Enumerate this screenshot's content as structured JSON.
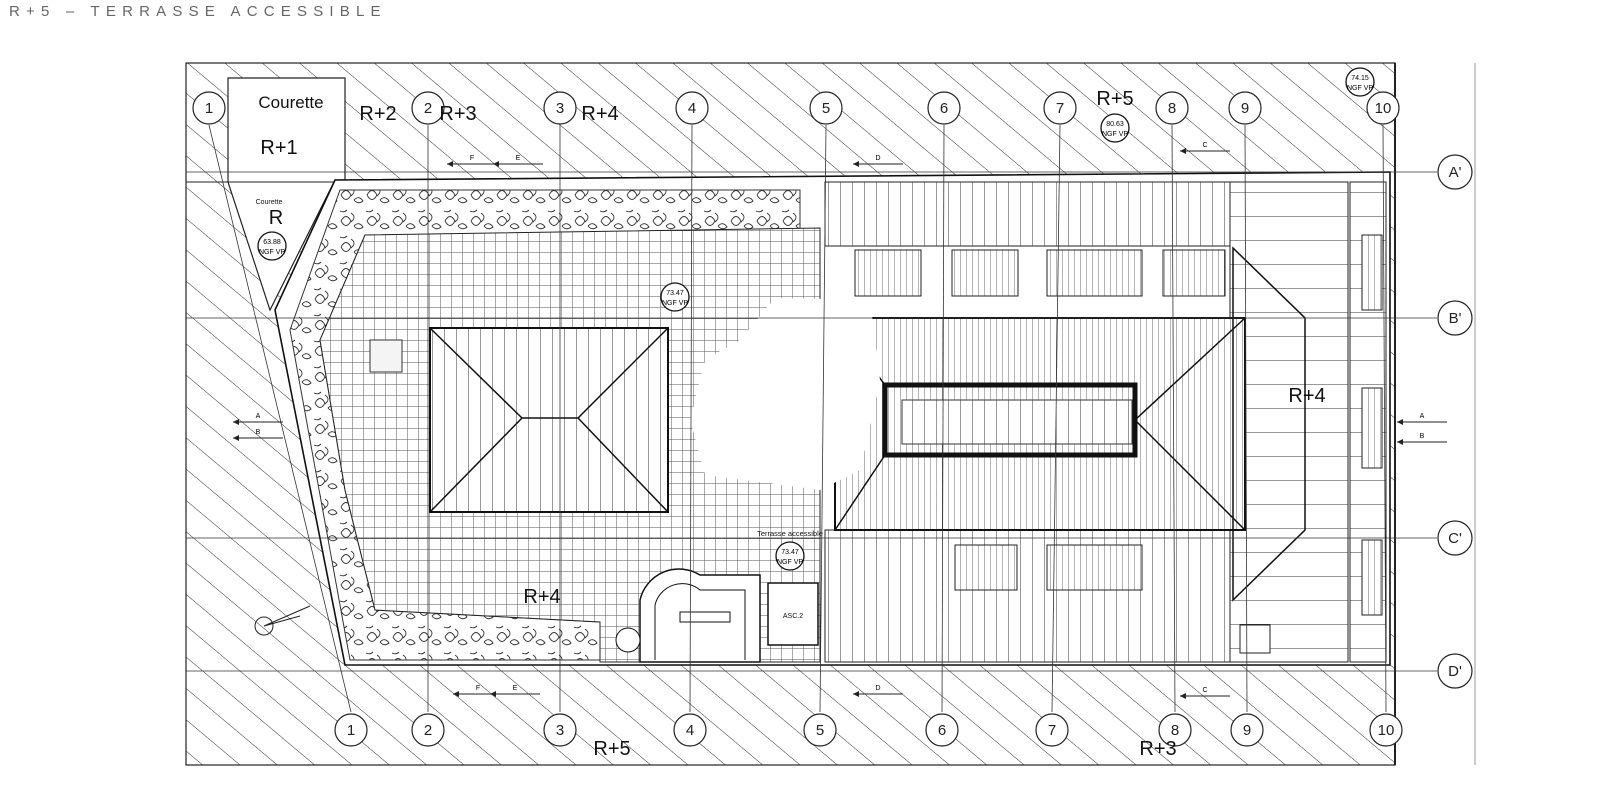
{
  "title": "R+5 – TERRASSE ACCESSIBLE",
  "plan": {
    "axes_top": [
      "1",
      "2",
      "3",
      "4",
      "5",
      "6",
      "7",
      "8",
      "9",
      "10"
    ],
    "axes_bottom": [
      "1",
      "2",
      "3",
      "4",
      "5",
      "6",
      "7",
      "8",
      "9",
      "10"
    ],
    "axes_right": [
      "A'",
      "B'",
      "C'",
      "D'"
    ],
    "level_labels": {
      "courette_top": "Courette",
      "r1": "R+1",
      "r2": "R+2",
      "r3_top": "R+3",
      "r4_top": "R+4",
      "r5_top": "R+5",
      "courette_small": "Courette",
      "r_small": "R",
      "r4_right": "R+4",
      "r4_terrace": "R+4",
      "r5_bottom": "R+5",
      "r3_bottom": "R+3",
      "terrace_note": "Terrasse accessible",
      "elevator": "ASC.2"
    },
    "elevations": [
      {
        "value": "63.88",
        "ref": "NGF VP"
      },
      {
        "value": "73.47",
        "ref": "NGF VP"
      },
      {
        "value": "80.63",
        "ref": "NGF VP"
      },
      {
        "value": "74.15",
        "ref": "NGF VP"
      },
      {
        "value": "73.47",
        "ref": "NGF VP"
      }
    ],
    "section_marks": [
      "F",
      "E",
      "D",
      "C",
      "A",
      "B",
      "F",
      "E",
      "D",
      "C",
      "A",
      "B"
    ]
  }
}
